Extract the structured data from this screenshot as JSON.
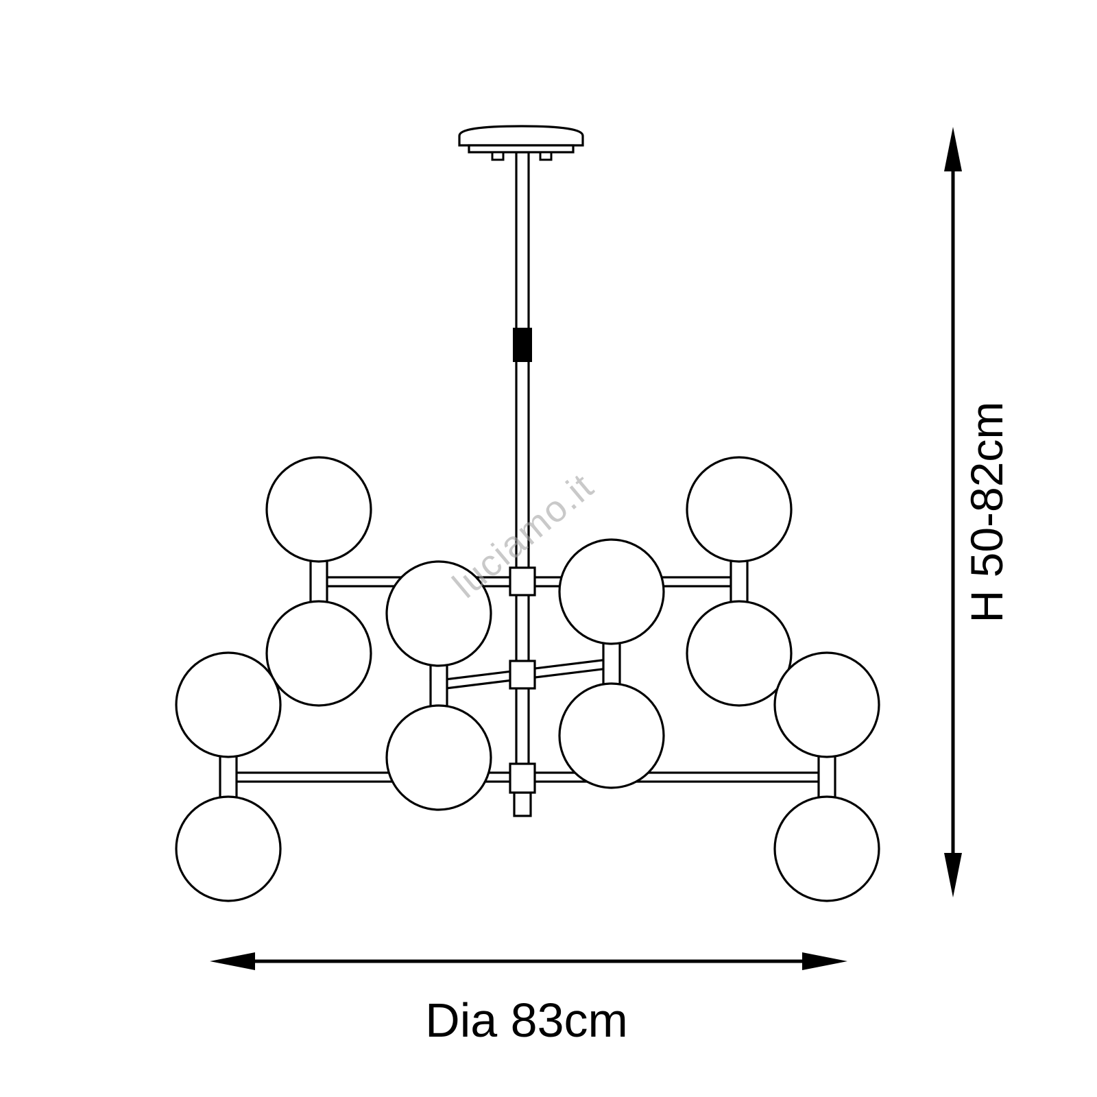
{
  "page": {
    "background_color": "#ffffff"
  },
  "diagram": {
    "subject": "chandelier technical line drawing with dimension arrows",
    "line_color": "#000000",
    "globe_count": 12
  },
  "dimensions": {
    "height_label": "H 50-82cm",
    "diameter_label": "Dia 83cm"
  },
  "watermark": {
    "text": "luciamo.it",
    "color": "#a6a6a6"
  }
}
